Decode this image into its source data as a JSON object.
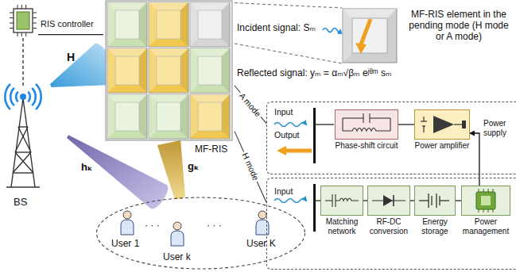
{
  "diagram": {
    "nodes": [
      {
        "text": [
          "RIS controller"
        ]
      },
      {
        "text": [
          "BS"
        ]
      },
      {
        "text": [
          "MF-RIS"
        ]
      },
      {
        "text": [
          "User 1",
          "· · ·",
          "· · ·",
          "User K",
          "User k"
        ]
      },
      {
        "text": [
          "MF-RIS element in the pending mode (H mode or A mode)"
        ]
      },
      {
        "text": [
          "Input",
          "Output"
        ]
      },
      {
        "text": [
          "Phase-shift circuit"
        ],
        "in": 5
      },
      {
        "text": [
          "Power amplifier"
        ],
        "in": 5
      },
      {
        "text": [
          "Input"
        ]
      },
      {
        "text": [
          "Matching network"
        ],
        "in": 8
      },
      {
        "text": [
          "RF-DC conversion"
        ],
        "in": 8
      },
      {
        "text": [
          "Energy storage"
        ],
        "in": 8
      },
      {
        "text": [
          "Power management"
        ],
        "in": 8
      }
    ],
    "edges": [
      {
        "from": 0,
        "to": 2,
        "arrow": "none"
      },
      {
        "from": 0,
        "to": 1,
        "arrow": "none"
      },
      {
        "from": 1,
        "to": 2,
        "label": "H",
        "arrow": "none"
      },
      {
        "from": 1,
        "to": 3,
        "label": "hₖ",
        "arrow": "none"
      },
      {
        "from": 2,
        "to": 3,
        "label": "gₖ",
        "arrow": "none"
      },
      {
        "from": 2,
        "to": 4,
        "arrow": "none"
      },
      {
        "from": 2,
        "to": 5,
        "label": "A mode",
        "arrow": "none"
      },
      {
        "from": 2,
        "to": 8,
        "label": "H mode",
        "arrow": "none"
      },
      {
        "from": 6,
        "to": 7,
        "arrow": "none"
      },
      {
        "from": 9,
        "to": 10,
        "arrow": "none"
      },
      {
        "from": 10,
        "to": 11,
        "arrow": "none"
      },
      {
        "from": 11,
        "to": 12,
        "arrow": "none"
      },
      {
        "from": 12,
        "to": 7,
        "label": "Power supply",
        "arrow": "to"
      }
    ],
    "labels": [
      "Incident signal: Sₘ",
      "Reflected signal: yₘ = αₘ√βₘ eʲᶿᵐ sₘ"
    ]
  }
}
